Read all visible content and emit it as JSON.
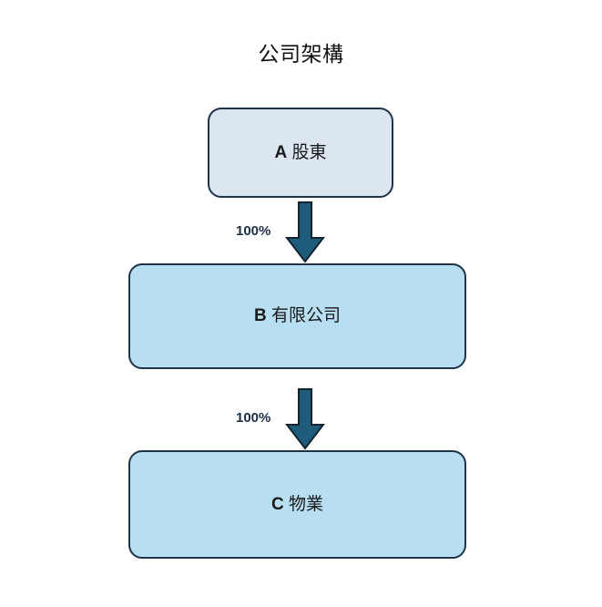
{
  "diagram": {
    "title": "公司架構",
    "type": "org-chart",
    "background_color": "#ffffff",
    "border_color": "#1f3349",
    "arrow_fill_color": "#1f5b7a",
    "arrow_stroke_color": "#14242f",
    "nodes": [
      {
        "id": "shareholder",
        "lead": "A",
        "name": "股東",
        "full_label": "A 股東",
        "fill_color": "#dce6f1"
      },
      {
        "id": "company",
        "lead": "B",
        "name": "有限公司",
        "full_label": "B 有限公司",
        "fill_color": "#b8dff1"
      },
      {
        "id": "property",
        "lead": "C",
        "name": "物業",
        "full_label": "C 物業",
        "fill_color": "#b8dff1"
      }
    ],
    "edges": [
      {
        "id": "shareholder-to-company",
        "from": "shareholder",
        "to": "company",
        "label": "100%",
        "icon": "down-arrow-icon"
      },
      {
        "id": "company-to-property",
        "from": "company",
        "to": "property",
        "label": "100%",
        "icon": "down-arrow-icon"
      }
    ]
  }
}
